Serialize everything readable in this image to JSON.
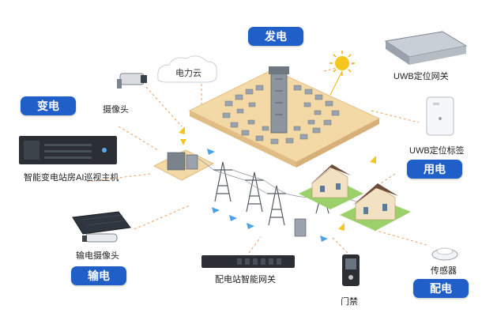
{
  "categories": {
    "generation": "发电",
    "transformation": "变电",
    "consumption": "用电",
    "transmission": "输电",
    "distribution": "配电"
  },
  "labels": {
    "power_cloud": "电力云",
    "camera": "摄像头",
    "ai_host": "智能变电站房AI巡视主机",
    "line_camera": "输电摄像头",
    "gateway": "配电站智能网关",
    "access_control": "门禁",
    "sensor": "传感器",
    "uwb_gateway": "UWB定位网关",
    "uwb_tag": "UWB定位标签"
  },
  "colors": {
    "badge": "#1f5fc7",
    "dashed_link": "#f0a060",
    "ground": "#f3d9a6",
    "flow_arrow": "#4aa3e8"
  }
}
